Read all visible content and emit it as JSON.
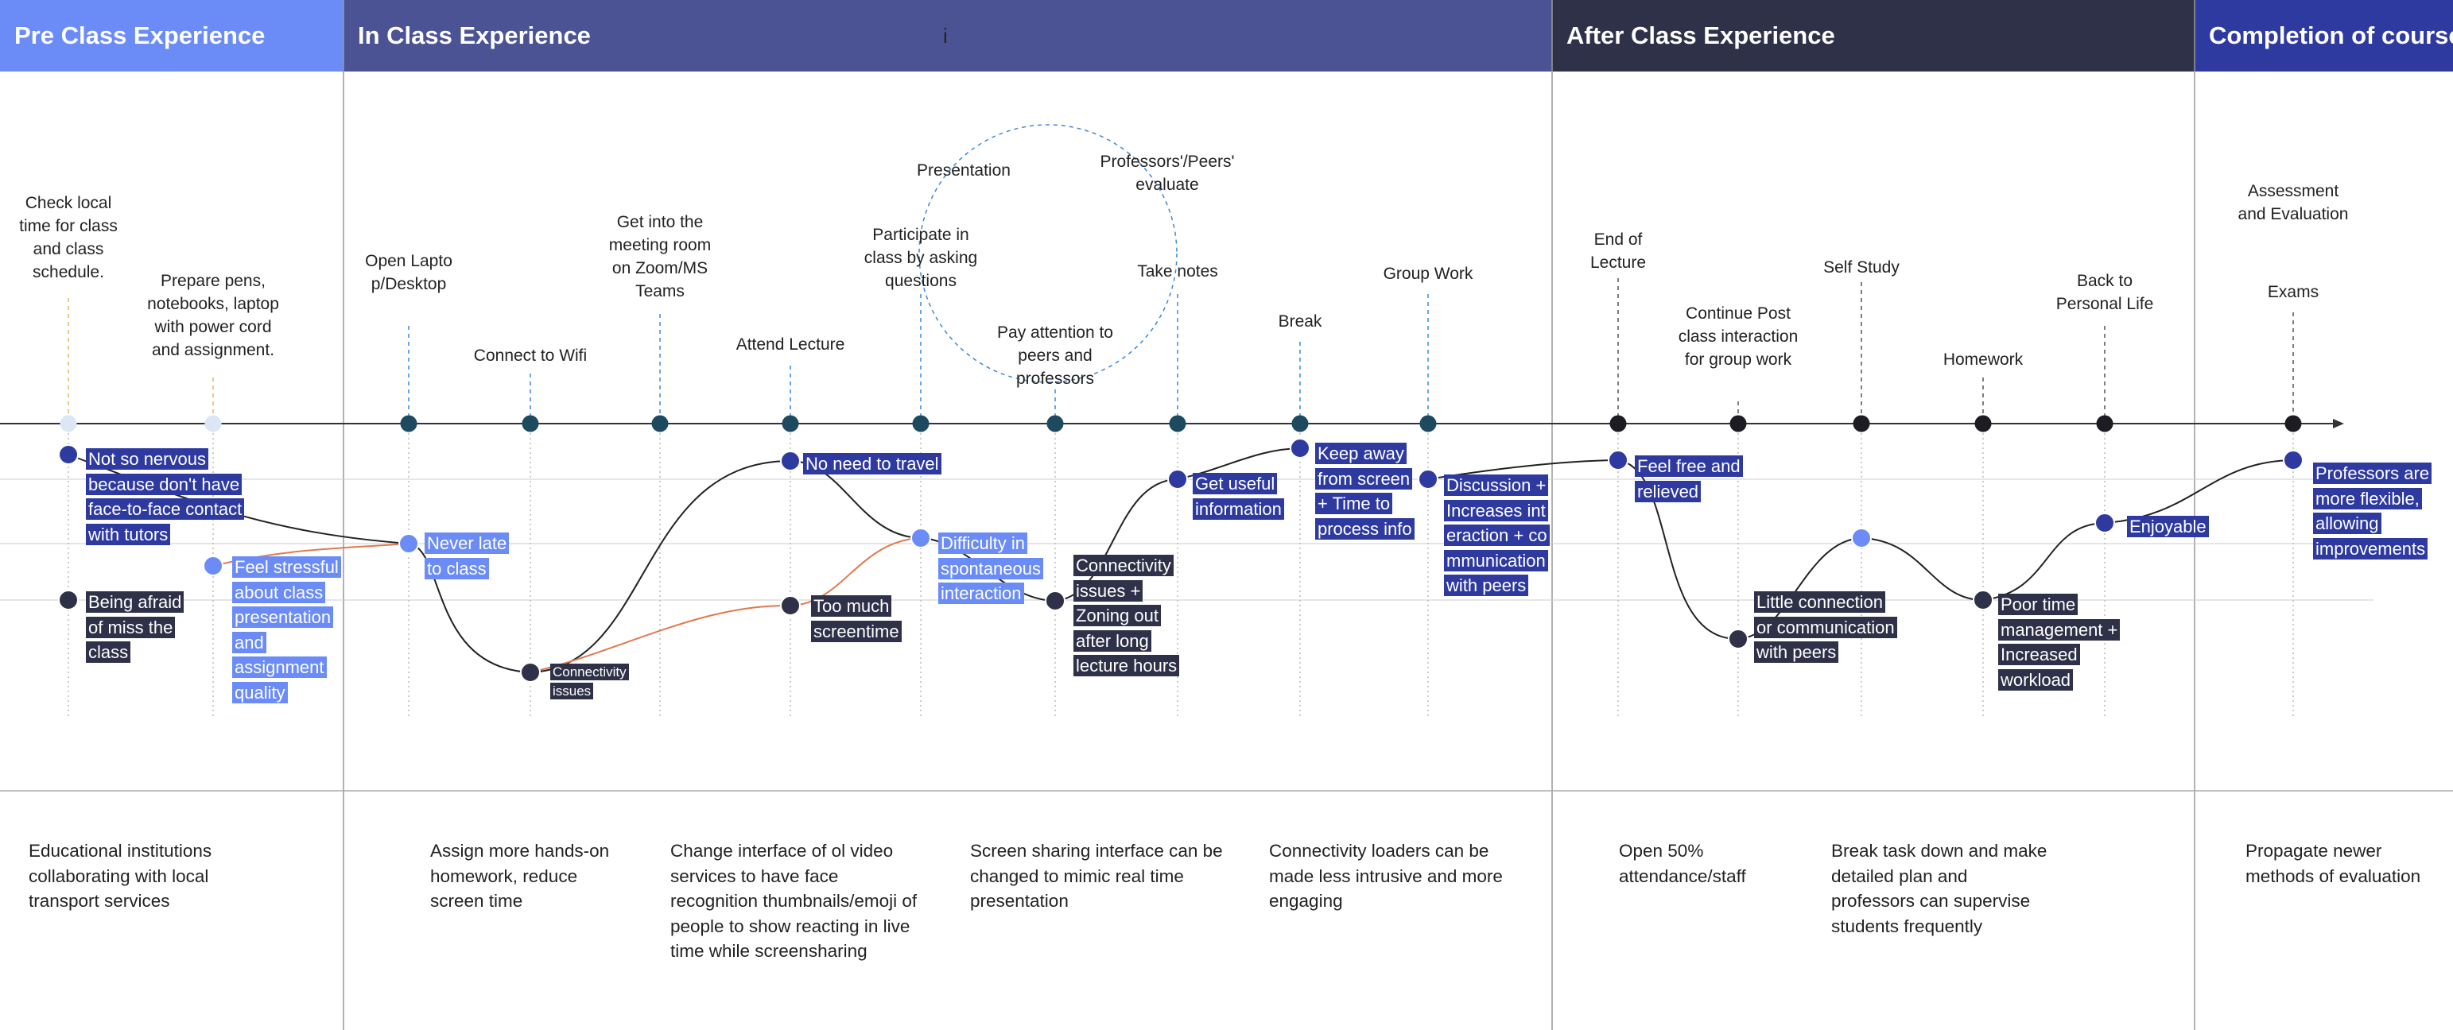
{
  "phases": [
    {
      "label": "Pre Class Experience",
      "color": "#6b8cf7"
    },
    {
      "label": "In Class Experience",
      "color": "#4b5394"
    },
    {
      "label": "After Class Experience",
      "color": "#2e3148"
    },
    {
      "label": "Completion of course",
      "color": "#2e3aa0"
    }
  ],
  "stray_mark": "i",
  "steps": [
    {
      "label": "Check local time for class and class schedule.",
      "markerColor": "#dde6f5",
      "stemColor": "#e2b96b"
    },
    {
      "label": "Prepare pens, notebooks, laptop with power cord and assignment.",
      "markerColor": "#dde6f5",
      "stemColor": "#e2b96b"
    },
    {
      "label": "Open Laptop/Desktop",
      "markerColor": "#1d4a5e",
      "stemColor": "#3d88d6"
    },
    {
      "label": "Connect to Wifi",
      "markerColor": "#1d4a5e",
      "stemColor": "#3d88d6"
    },
    {
      "label": "Get into the meeting room on Zoom/MS Teams",
      "markerColor": "#1d4a5e",
      "stemColor": "#3d88d6"
    },
    {
      "label": "Attend Lecture",
      "markerColor": "#1d4a5e",
      "stemColor": "#3d88d6"
    },
    {
      "label": "Participate in class by asking questions",
      "markerColor": "#1d4a5e",
      "stemColor": "#3d88d6"
    },
    {
      "label": "Presentation",
      "markerColor": "#1d4a5e",
      "stemColor": "#3d88d6"
    },
    {
      "label": "Pay attention to peers and professors",
      "markerColor": "#1d4a5e",
      "stemColor": "#3d88d6"
    },
    {
      "label": "Professors'/Peers' evaluate",
      "markerColor": "#1d4a5e",
      "stemColor": "#3d88d6"
    },
    {
      "label": "Take notes",
      "markerColor": "#1d4a5e",
      "stemColor": "#3d88d6"
    },
    {
      "label": "Break",
      "markerColor": "#1d4a5e",
      "stemColor": "#3d88d6"
    },
    {
      "label": "Group Work",
      "markerColor": "#1d4a5e",
      "stemColor": "#3d88d6"
    },
    {
      "label": "End of Lecture",
      "markerColor": "#1c1c22",
      "stemColor": "#555555"
    },
    {
      "label": "Continue Post class interaction for group work",
      "markerColor": "#1c1c22",
      "stemColor": "#555555"
    },
    {
      "label": "Self Study",
      "markerColor": "#1c1c22",
      "stemColor": "#555555"
    },
    {
      "label": "Homework",
      "markerColor": "#1c1c22",
      "stemColor": "#555555"
    },
    {
      "label": "Back to Personal Life",
      "markerColor": "#1c1c22",
      "stemColor": "#555555"
    },
    {
      "label": "Assessment and Evaluation",
      "markerColor": "#1c1c22",
      "stemColor": "#555555"
    },
    {
      "label": "Exams",
      "markerColor": "#1c1c22",
      "stemColor": "#555555"
    }
  ],
  "emotions": [
    {
      "label": "Not so nervous because don't have face-to-face contact with tutors",
      "color": "#2e3aa0"
    },
    {
      "label": "Being afraid of miss the class",
      "color": "#2e3148"
    },
    {
      "label": "Feel stressful about class presentation and assignment quality",
      "color": "#6b8cf7"
    },
    {
      "label": "Never late to class",
      "color": "#6b8cf7"
    },
    {
      "label": "Connectivity issues",
      "color": "#2e3148"
    },
    {
      "label": "No need to travel",
      "color": "#2e3aa0"
    },
    {
      "label": "Too much screentime",
      "color": "#2e3148"
    },
    {
      "label": "Difficulty in spontaneous interaction",
      "color": "#6b8cf7"
    },
    {
      "label": "Connectivity issues + Zoning out after long lecture hours",
      "color": "#2e3148"
    },
    {
      "label": "Get useful information",
      "color": "#2e3aa0"
    },
    {
      "label": "Keep away from screen + Time to process info",
      "color": "#2e3aa0"
    },
    {
      "label": "Discussion + Increases interaction + communication with peers",
      "color": "#2e3aa0"
    },
    {
      "label": "Feel free and relieved",
      "color": "#2e3aa0"
    },
    {
      "label": "Little connection or communication with peers",
      "color": "#2e3148"
    },
    {
      "label": "Poor time management + Increased workload",
      "color": "#2e3148"
    },
    {
      "label": "Enjoyable",
      "color": "#2e3aa0"
    },
    {
      "label": "Professors are more flexible, allowing improvements",
      "color": "#2e3aa0"
    }
  ],
  "opportunities": [
    "Educational institutions collaborating with local transport services",
    "Assign more hands-on homework, reduce screen time",
    "Change interface of ol video services to have face recognition thumbnails/emoji of people to show reacting in live time while screensharing",
    "Screen sharing interface can be changed to mimic real time presentation",
    "Connectivity loaders can be made less intrusive and more engaging",
    "Open 50% attendance/staff",
    "Break task down and make detailed plan and professors can supervise students frequently",
    "Propagate newer methods of evaluation"
  ],
  "colors": {
    "timeline": "#333333",
    "gridline": "#cccccc",
    "curve_dark": "#222222",
    "curve_orange": "#e07a50",
    "dashed_circle": "#3d88d6"
  }
}
